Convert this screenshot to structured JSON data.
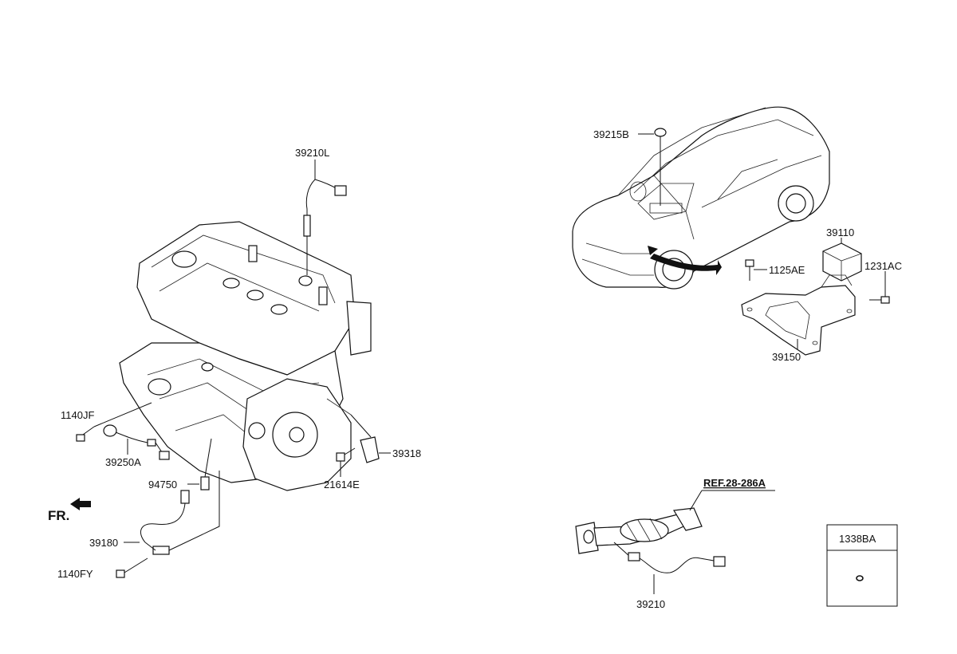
{
  "labels": {
    "p39210L": "39210L",
    "p1140JF": "1140JF",
    "p39250A": "39250A",
    "p94750": "94750",
    "p39318": "39318",
    "p21614E": "21614E",
    "p39180": "39180",
    "p1140FY": "1140FY",
    "fr": "FR.",
    "p39215B": "39215B",
    "p39110": "39110",
    "p1125AE": "1125AE",
    "p1231AC": "1231AC",
    "p39150": "39150",
    "ref": "REF.28-286A",
    "p39210": "39210",
    "p1338BA": "1338BA"
  },
  "colors": {
    "line": "#111111",
    "background": "#ffffff"
  }
}
